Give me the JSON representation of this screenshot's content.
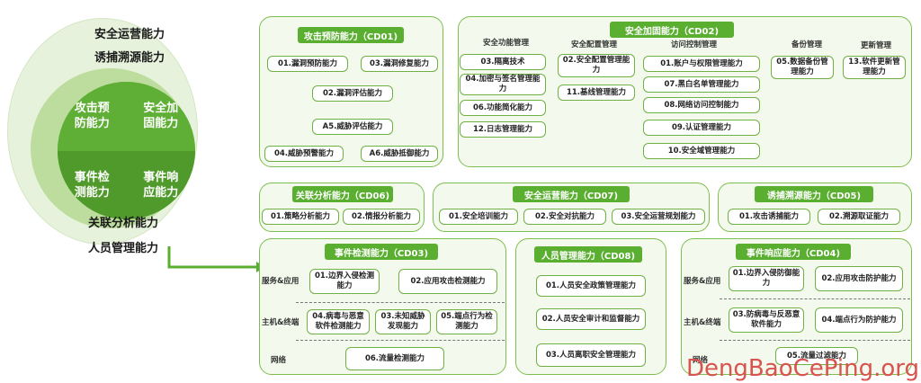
{
  "circle": {
    "outer_top": "安全运营能力",
    "outer_second": "诱捕溯源能力",
    "quadrants": [
      "攻击预\n防能力",
      "安全加\n固能力",
      "事件检\n测能力",
      "事件响\n应能力"
    ],
    "bottom_first": "关联分析能力",
    "bottom_second": "人员管理能力"
  },
  "cd01": {
    "title": "攻击预防能力（CD01)",
    "items": [
      "01.漏洞预防能力",
      "03.漏洞修复能力",
      "02.漏洞评估能力",
      "A5.威胁评估能力",
      "04.威胁预警能力",
      "A6.威胁抵御能力"
    ]
  },
  "cd02": {
    "title": "安全加固能力（CD02)",
    "headers": [
      "安全功能管理",
      "安全配置管理",
      "访问控制管理",
      "备份管理",
      "更新管理"
    ],
    "col1": [
      "03.隔离技术",
      "04.加密与签名管理能力",
      "06.功能简化能力",
      "12.日志管理能力"
    ],
    "col2": [
      "02.安全配置管理能力",
      "11.基线管理能力"
    ],
    "col3": [
      "01.账户与权限管理能力",
      "07.黑白名单管理能力",
      "08.网络访问控制能力",
      "09.认证管理能力",
      "10.安全域管理能力"
    ],
    "col4": [
      "05.数据备份管理能力"
    ],
    "col5": [
      "13.软件更新管理能力"
    ]
  },
  "cd06": {
    "title": "关联分析能力（CD06)",
    "items": [
      "01.策略分析能力",
      "02.情报分析能力"
    ]
  },
  "cd07": {
    "title": "安全运营能力（CD07)",
    "items": [
      "01.安全培训能力",
      "02.安全对抗能力",
      "03.安全运营规划能力"
    ]
  },
  "cd05": {
    "title": "诱捕溯源能力（CD05)",
    "items": [
      "01.攻击诱捕能力",
      "02.溯源取证能力"
    ]
  },
  "cd03": {
    "title": "事件检测能力（CD03)",
    "rows": [
      "服务&应用",
      "主机&终端",
      "网络"
    ],
    "items": [
      "01.边界入侵检测能力",
      "02.应用攻击检测能力",
      "04.病毒与恶意软件检测能力",
      "03.未知威胁发现能力",
      "05.端点行为检测能力",
      "06.流量检测能力"
    ]
  },
  "cd08": {
    "title": "人员管理能力（CD08)",
    "items": [
      "01.人员安全政策管理能力",
      "02.人员安全审计和监督能力",
      "03.人员离职安全管理能力"
    ]
  },
  "cd04": {
    "title": "事件响应能力（CD04)",
    "rows": [
      "服务&应用",
      "主机&终端",
      "网络"
    ],
    "items": [
      "01.边界入侵防御能力",
      "02.应用攻击防护能力",
      "03.防病毒与反恶意软件能力",
      "04.端点行为防护能力",
      "05.流量过滤能力"
    ]
  },
  "watermark": "DengBaoCePing.org",
  "colors": {
    "green": "#5aae30",
    "border": "#7cbf4e",
    "panel_bg": "#f3f9ec",
    "watermark": "#d9534f"
  }
}
